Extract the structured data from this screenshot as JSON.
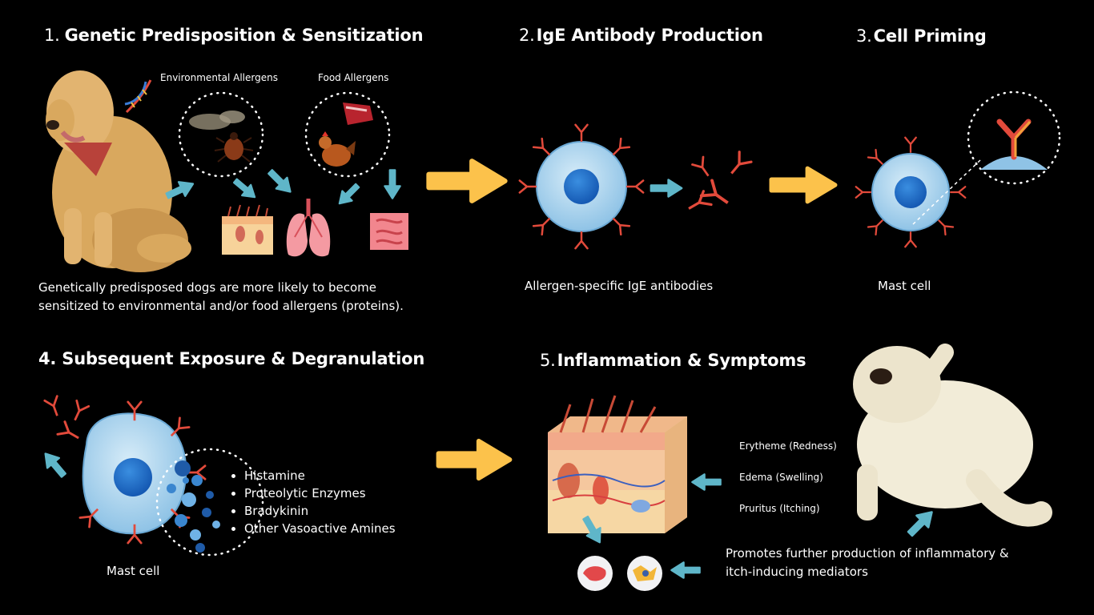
{
  "steps": {
    "s1": {
      "num": "1.",
      "title": "Genetic Predisposition & Sensitization",
      "env_label": "Environmental Allergens",
      "food_label": "Food Allergens",
      "caption_line1": "Genetically predisposed dogs are more likely to become",
      "caption_line2": "sensitized to environmental and/or food allergens (proteins)."
    },
    "s2": {
      "num": "2.",
      "title": "IgE Antibody Production",
      "caption": "Allergen-specific IgE antibodies"
    },
    "s3": {
      "num": "3.",
      "title": "Cell Priming",
      "caption": "Mast cell"
    },
    "s4": {
      "title": "4. Subsequent Exposure & Degranulation",
      "caption": "Mast cell",
      "mediators": [
        "Histamine",
        "Proteolytic Enzymes",
        "Bradykinin",
        "Other Vasoactive Amines"
      ]
    },
    "s5": {
      "num": "5.",
      "title": "Inflammation & Symptoms",
      "symptoms": [
        "Erytheme (Redness)",
        "Edema (Swelling)",
        "Pruritus (Itching)"
      ],
      "promote_line1": "Promotes further production of inflammatory &",
      "promote_line2": "itch-inducing mediators"
    }
  },
  "icons": [
    "dog-sitting-icon",
    "dna-icon",
    "dust-icon",
    "tick-icon",
    "meat-icon",
    "chicken-icon",
    "skin-icon",
    "lungs-icon",
    "intestine-icon",
    "mast-cell-icon",
    "antibody-icon",
    "skin-cross-section-icon",
    "inflammatory-cell-icon",
    "dog-scratching-icon"
  ],
  "colors": {
    "cell": "#a9d3ee",
    "nucleus": "#1f6fc8",
    "antibody": "#e24a3b",
    "arrow_big": "#fcc24b",
    "arrow_small": "#5fb6c9"
  }
}
